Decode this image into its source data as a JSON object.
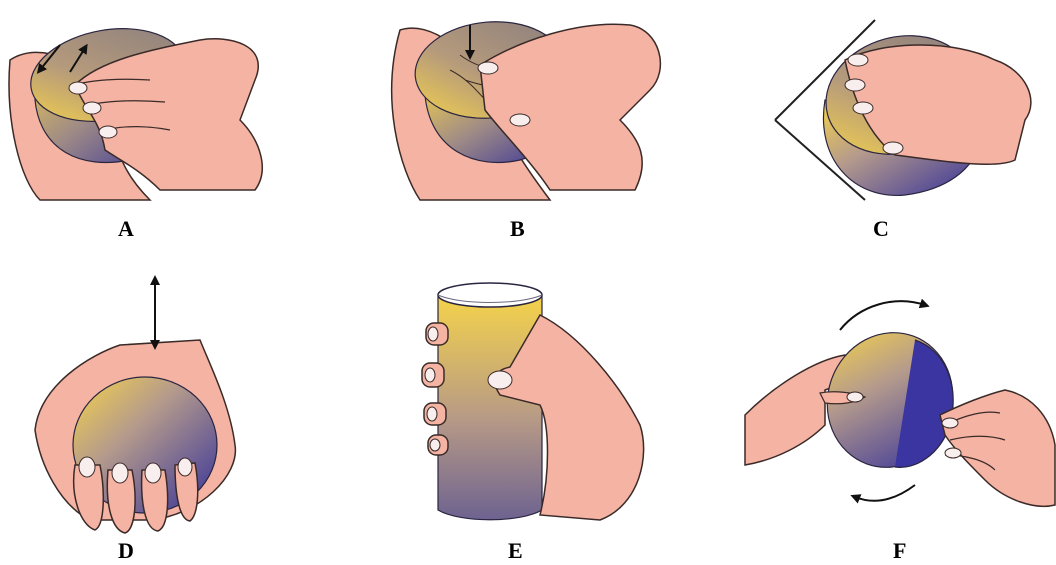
{
  "panels": [
    {
      "id": "A",
      "label": "A"
    },
    {
      "id": "B",
      "label": "B"
    },
    {
      "id": "C",
      "label": "C"
    },
    {
      "id": "D",
      "label": "D"
    },
    {
      "id": "E",
      "label": "E"
    },
    {
      "id": "F",
      "label": "F"
    }
  ],
  "colors": {
    "skin": "#f4b3a3",
    "skin_outline": "#3a2a28",
    "nail": "#f8eeee",
    "clay_light": "#f5d34a",
    "clay_mid": "#9e8a86",
    "clay_dark": "#34309a",
    "clay_inner": "#ffffff",
    "arrow": "#111111"
  },
  "icons": {
    "A": "hand-pinch-rub-icon",
    "B": "hand-press-crack-icon",
    "C": "hand-press-edge-icon",
    "D": "hand-bounce-icon",
    "E": "hand-hold-tube-icon",
    "F": "hand-rotate-icon"
  }
}
